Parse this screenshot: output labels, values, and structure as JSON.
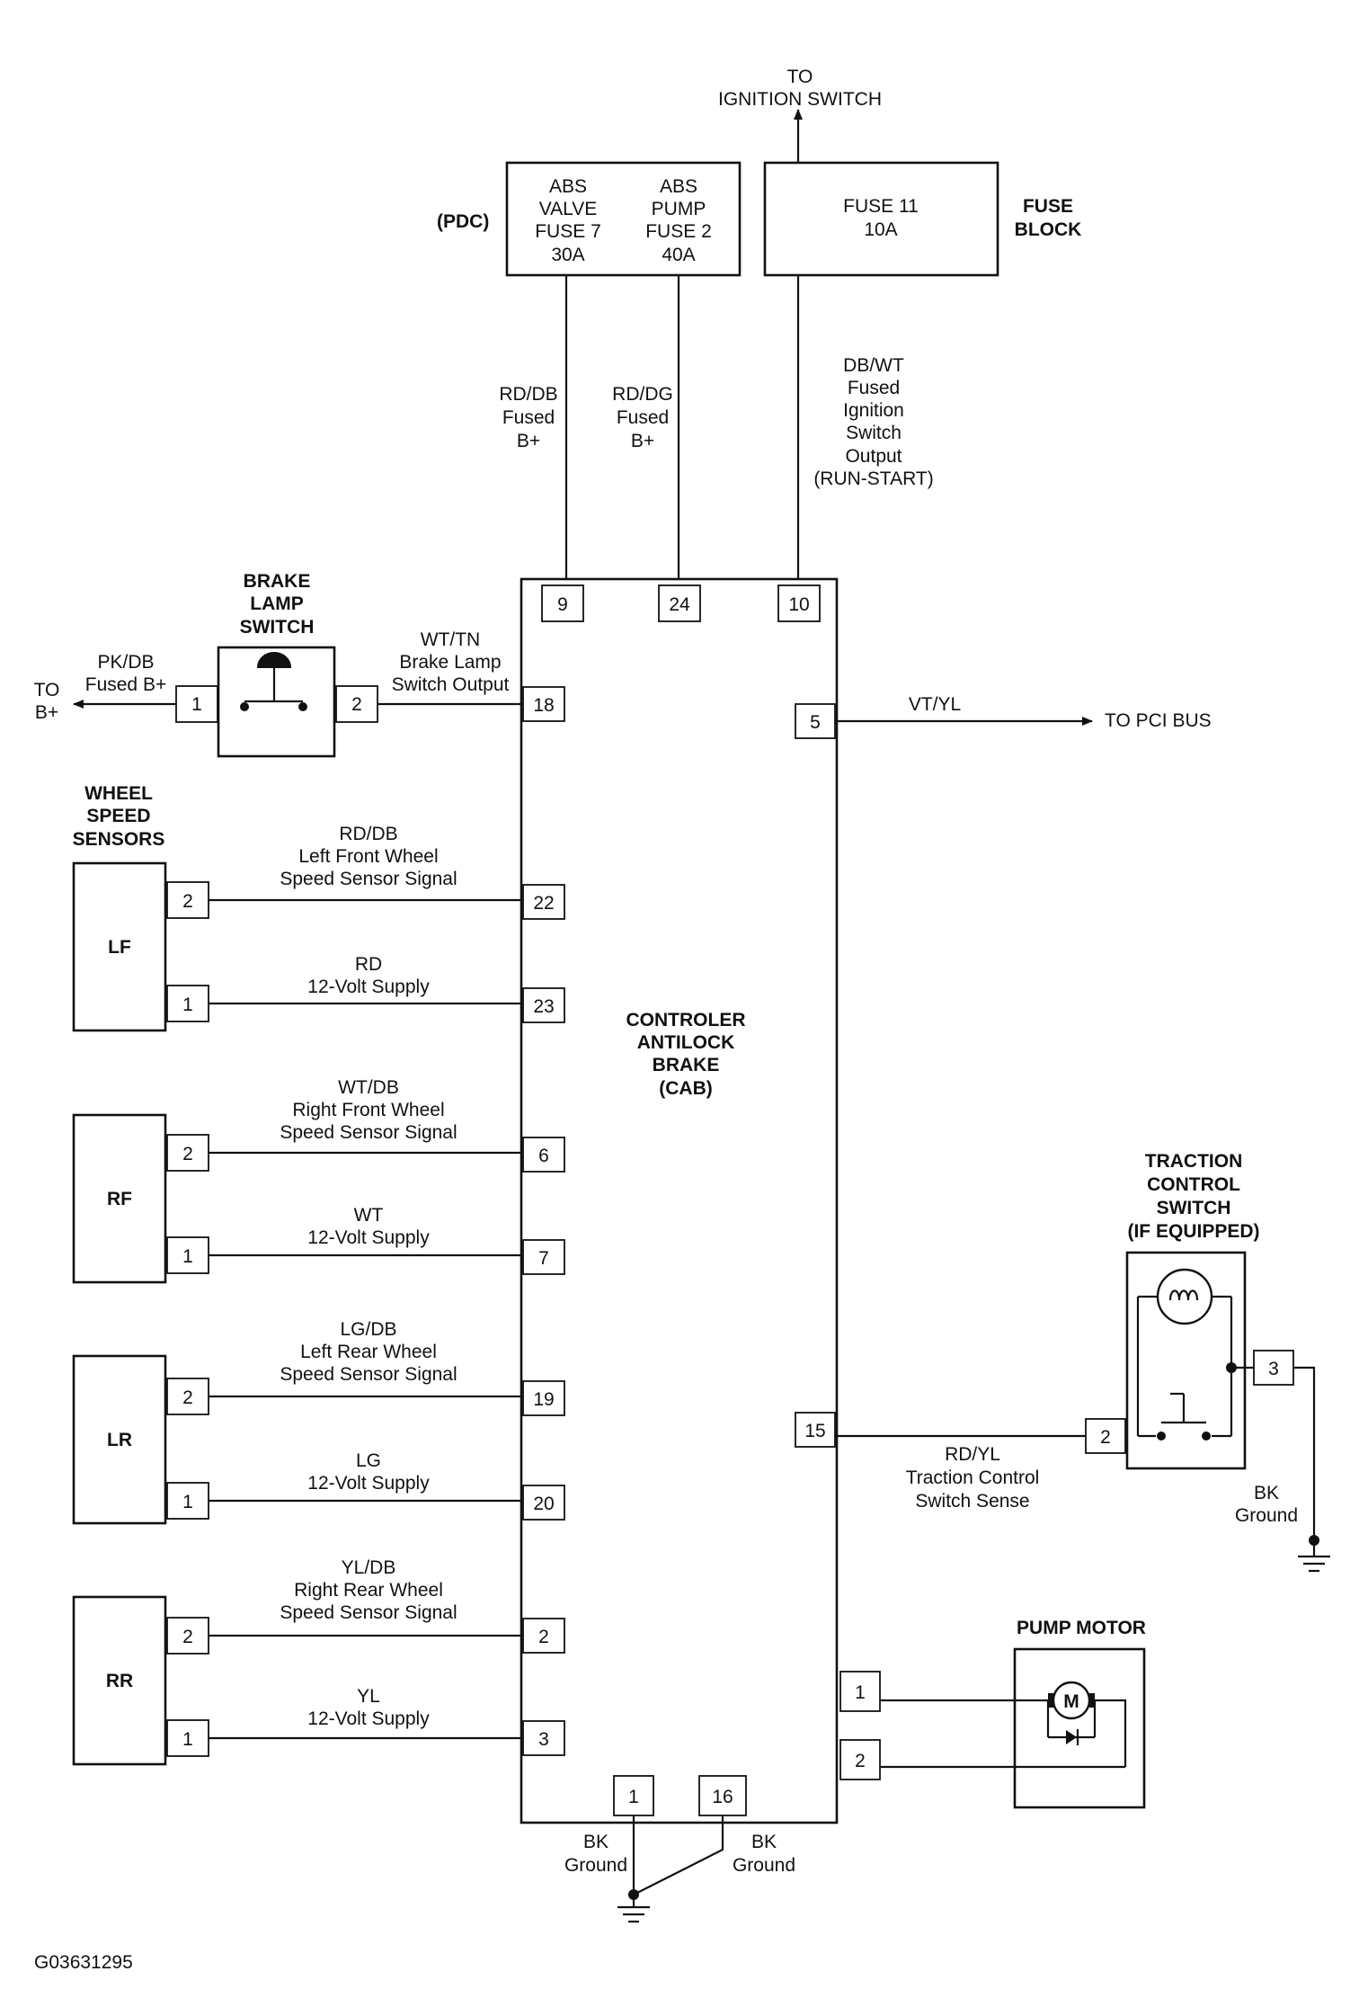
{
  "top": {
    "to_ignition": [
      "TO",
      "IGNITION SWITCH"
    ]
  },
  "pdc": {
    "label": "(PDC)",
    "valve": [
      "ABS",
      "VALVE",
      "FUSE 7",
      "30A"
    ],
    "pump": [
      "ABS",
      "PUMP",
      "FUSE 2",
      "40A"
    ]
  },
  "fuse_block": {
    "fuse": [
      "FUSE 11",
      "10A"
    ],
    "label": [
      "FUSE",
      "BLOCK"
    ]
  },
  "wires_top": {
    "w9": [
      "RD/DB",
      "Fused",
      "B+"
    ],
    "w24": [
      "RD/DG",
      "Fused",
      "B+"
    ],
    "w10": [
      "DB/WT",
      "Fused",
      "Ignition",
      "Switch",
      "Output",
      "(RUN-START)"
    ]
  },
  "cab": {
    "title": [
      "CONTROLER",
      "ANTILOCK",
      "BRAKE",
      "(CAB)"
    ],
    "pins": {
      "p9": "9",
      "p24": "24",
      "p10": "10",
      "p18": "18",
      "p5": "5",
      "p22": "22",
      "p23": "23",
      "p6": "6",
      "p7": "7",
      "p19": "19",
      "p20": "20",
      "p2": "2",
      "p3": "3",
      "p15": "15",
      "p1r": "1",
      "p2r": "2",
      "p1b": "1",
      "p16b": "16"
    }
  },
  "brake_switch": {
    "title": [
      "BRAKE",
      "LAMP",
      "SWITCH"
    ],
    "pin1": "1",
    "pin2": "2",
    "left_wire": [
      "PK/DB",
      "Fused B+"
    ],
    "to_b": [
      "TO",
      "B+"
    ],
    "right_wire": [
      "WT/TN",
      "Brake Lamp",
      "Switch Output"
    ]
  },
  "pci": {
    "wire": "VT/YL",
    "label": "TO PCI BUS"
  },
  "sensors": {
    "title": [
      "WHEEL",
      "SPEED",
      "SENSORS"
    ],
    "items": [
      {
        "name": "LF",
        "sig": [
          "RD/DB",
          "Left Front Wheel",
          "Speed Sensor Signal"
        ],
        "sup": [
          "RD",
          "12-Volt Supply"
        ]
      },
      {
        "name": "RF",
        "sig": [
          "WT/DB",
          "Right Front Wheel",
          "Speed Sensor Signal"
        ],
        "sup": [
          "WT",
          "12-Volt Supply"
        ]
      },
      {
        "name": "LR",
        "sig": [
          "LG/DB",
          "Left Rear Wheel",
          "Speed Sensor Signal"
        ],
        "sup": [
          "LG",
          "12-Volt Supply"
        ]
      },
      {
        "name": "RR",
        "sig": [
          "YL/DB",
          "Right Rear Wheel",
          "Speed Sensor Signal"
        ],
        "sup": [
          "YL",
          "12-Volt Supply"
        ]
      }
    ],
    "pin2": "2",
    "pin1": "1"
  },
  "traction": {
    "title": [
      "TRACTION",
      "CONTROL",
      "SWITCH",
      "(IF EQUIPPED)"
    ],
    "pin2": "2",
    "pin3": "3",
    "wire": [
      "RD/YL",
      "Traction Control",
      "Switch Sense"
    ],
    "ground": [
      "BK",
      "Ground"
    ]
  },
  "pump": {
    "title": "PUMP MOTOR",
    "m": "M"
  },
  "bottom_ground": {
    "left": [
      "BK",
      "Ground"
    ],
    "right": [
      "BK",
      "Ground"
    ]
  },
  "figure_id": "G03631295"
}
